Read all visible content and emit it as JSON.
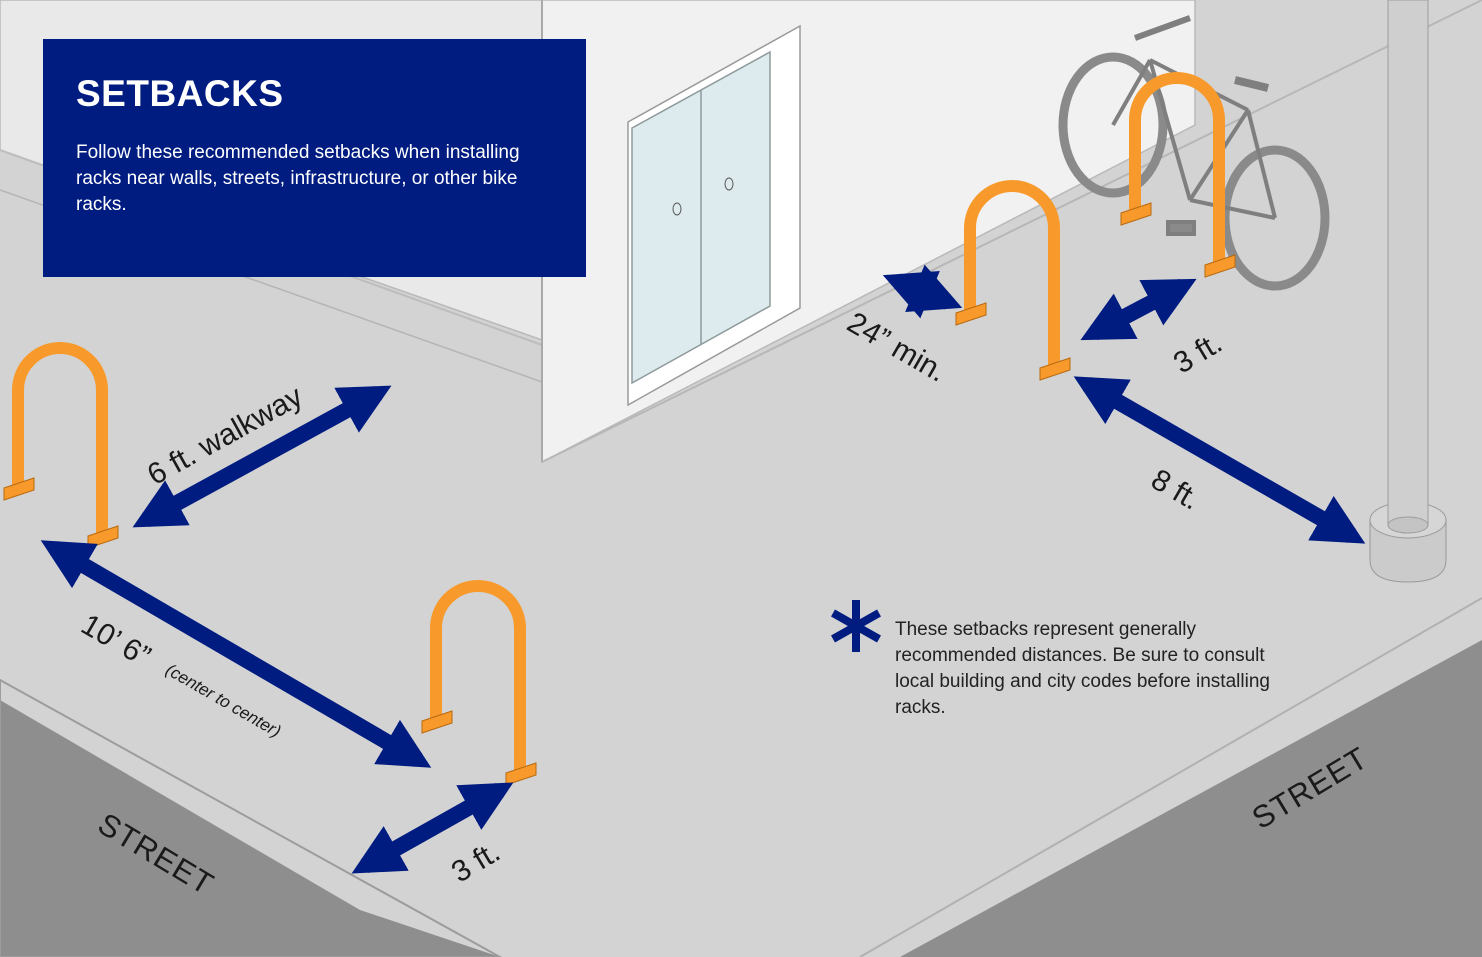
{
  "panel": {
    "title": "SETBACKS",
    "description": "Follow these recommended setbacks when installing racks near walls, streets, infrastructure, or other bike racks."
  },
  "dimensions": {
    "walkway": "6 ft. walkway",
    "rack_spacing": "10’ 6”",
    "rack_spacing_note": "(center to center)",
    "to_street_left": "3 ft.",
    "to_wall_min": "24” min.",
    "between_racks": "3 ft.",
    "to_pole": "8 ft."
  },
  "streets": {
    "left": "STREET",
    "right": "STREET"
  },
  "footnote": {
    "text": "These setbacks represent generally recommended distances. Be sure to consult local building and city codes before installing racks."
  },
  "colors": {
    "arrow": "#001c80",
    "rack": "#f79a2b",
    "panel": "#001c80",
    "sidewalk": "#d3d3d3",
    "street": "#8e8e8e",
    "wall": "#e3e3e3"
  }
}
